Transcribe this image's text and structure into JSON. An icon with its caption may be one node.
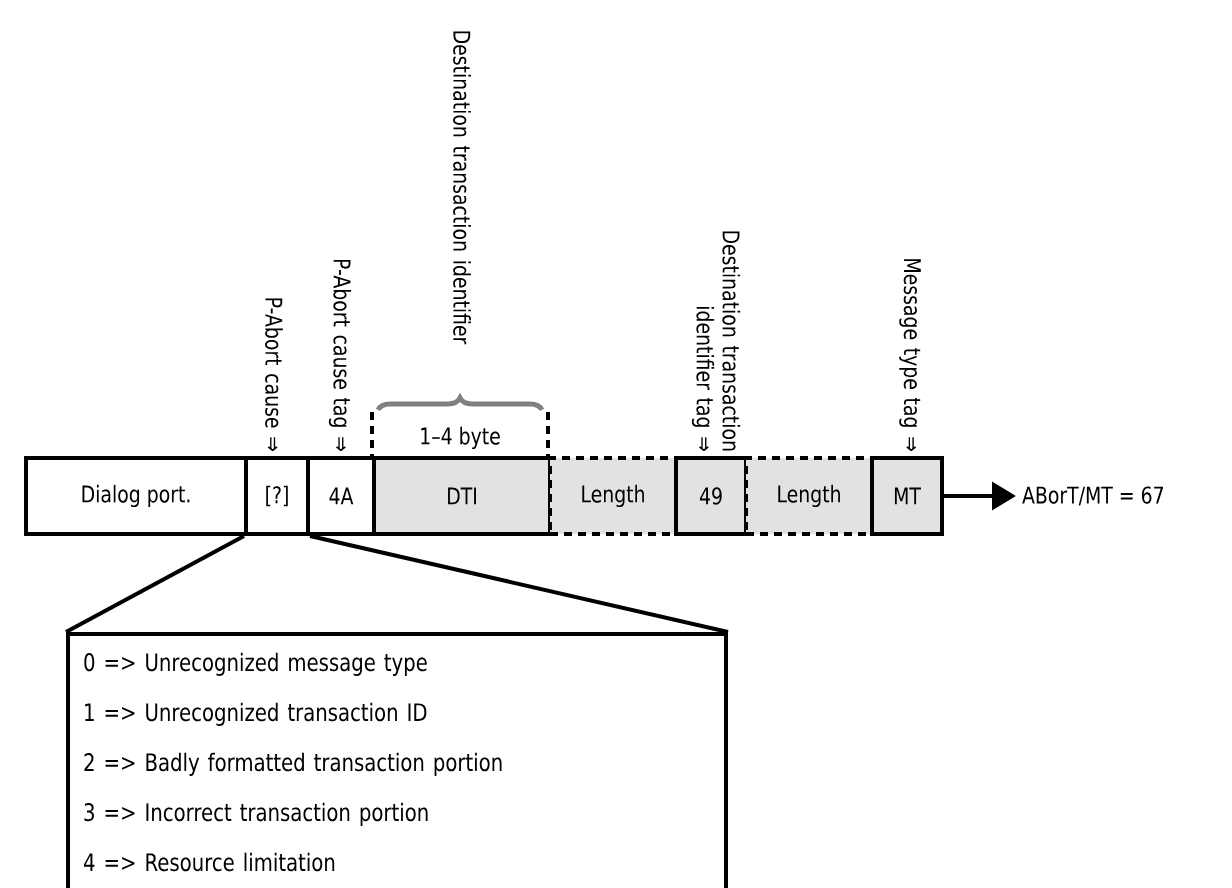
{
  "diagram": {
    "nodes": [
      {
        "text": [
          "Dialog port."
        ]
      },
      {
        "text": [
          "[?]"
        ],
        "beside": [
          "P-Abort cause ⇒"
        ]
      },
      {
        "text": [
          "4A"
        ],
        "beside": [
          "P-Abort cause tag ⇒"
        ]
      },
      {
        "text": [
          "DTI"
        ],
        "beside": [
          "Destination transaction identifier",
          "1–4 byte"
        ]
      },
      {
        "text": [
          "Length"
        ]
      },
      {
        "text": [
          "49"
        ],
        "beside": [
          "Destination transaction identifier tag ⇒"
        ]
      },
      {
        "text": [
          "Length"
        ]
      },
      {
        "text": [
          "MT"
        ],
        "beside": [
          "Message type tag ⇒"
        ]
      },
      {
        "text": [
          "ABorT/MT = 67"
        ]
      },
      {
        "text": [
          "0 => Unrecognized message type",
          "1 => Unrecognized transaction ID",
          "2 => Badly formatted transaction portion",
          "3 => Incorrect transaction portion",
          "4 => Resource limitation"
        ]
      }
    ],
    "edges": [
      {
        "from": 1,
        "to": 9,
        "arrow": "none"
      },
      {
        "from": 1,
        "to": 9,
        "arrow": "none"
      },
      {
        "from": 7,
        "to": 8,
        "arrow": "to"
      }
    ]
  }
}
